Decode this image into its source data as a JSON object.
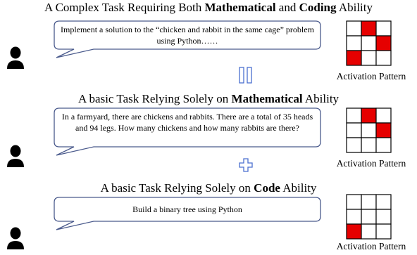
{
  "sections": [
    {
      "title_pre": "A Complex Task Requiring Both ",
      "title_b1": "Mathematical",
      "title_mid": " and ",
      "title_b2": "Coding",
      "title_post": " Ability",
      "prompt": "Implement a solution to the “chicken and rabbit in the same cage” problem using Python……",
      "active_cells": [
        1,
        5,
        6
      ],
      "activation_label": "Activation Pattern"
    },
    {
      "title_pre": "A basic Task Relying Solely on ",
      "title_b1": "Mathematical",
      "title_post": " Ability",
      "prompt": "In a farmyard, there are chickens and rabbits. There are a total of 35 heads and 94 legs. How many chickens and how many rabbits are there?",
      "active_cells": [
        1,
        5
      ],
      "activation_label": "Activation Pattern"
    },
    {
      "title_pre": "A basic Task Relying Solely on ",
      "title_b1": "Code",
      "title_post": " Ability",
      "prompt": "Build a binary tree using Python",
      "active_cells": [
        6
      ],
      "activation_label": "Activation Pattern"
    }
  ],
  "colors": {
    "active": "#e60000",
    "grid": "#000000",
    "bubble_border": "#4a5a8c"
  },
  "icons": {
    "user": "person-icon",
    "equals": "equals-icon",
    "plus": "plus-icon"
  }
}
